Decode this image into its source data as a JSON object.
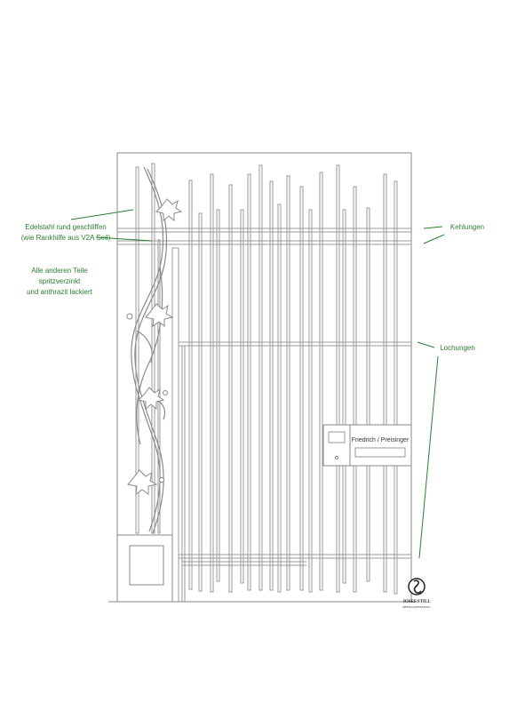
{
  "labels": {
    "edelstahl_line1": "Edelstahl rund geschliffen",
    "edelstahl_line2": "(wie Rankhilfe aus V2A Seil)",
    "andere_line1": "Alle anderen Teile",
    "andere_line2": "spritzverzinkt",
    "andere_line3": "und anthrazit lackiert",
    "kehlungen": "Kehlungen",
    "lochungen": "Lochungen"
  },
  "mailbox": {
    "nameplate": "Friedrich / Preisinger"
  },
  "logo": {
    "name": "JOSEF STILL",
    "subtitle": "METALLGESTALTUNG"
  },
  "colors": {
    "annotation": "#2e7d32",
    "drawing_line": "#8a8a8a",
    "paper": "#ffffff"
  }
}
